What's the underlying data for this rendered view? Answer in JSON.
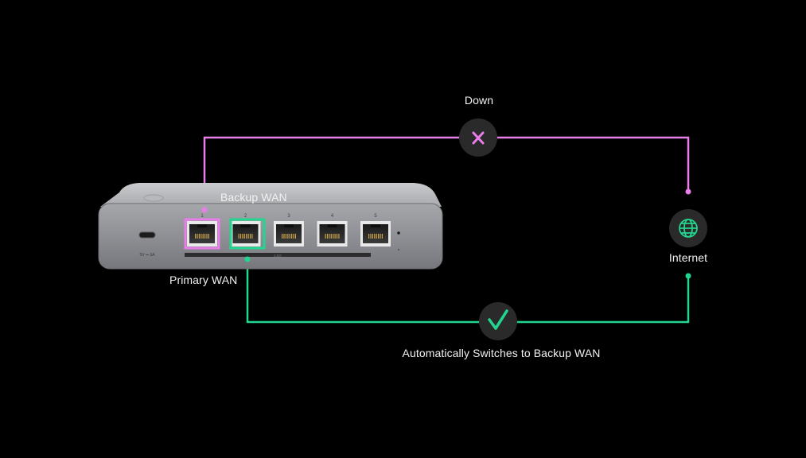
{
  "labels": {
    "down": "Down",
    "backup_wan": "Backup WAN",
    "primary_wan": "Primary WAN",
    "internet": "Internet",
    "auto_switch": "Automatically Switches to Backup WAN"
  },
  "status_icons": {
    "down": "x-icon",
    "up": "checkmark-icon"
  },
  "device": {
    "power_label": "5V ⎓ 3A",
    "port_numbers": [
      "1",
      "2",
      "3",
      "4",
      "5"
    ],
    "poe_label": "2.5G"
  },
  "colors": {
    "background": "#000000",
    "failed_link": "#e87ee8",
    "active_link": "#22d68f",
    "status_circle": "#2a2a2a",
    "device_body": "#8e8f94"
  }
}
